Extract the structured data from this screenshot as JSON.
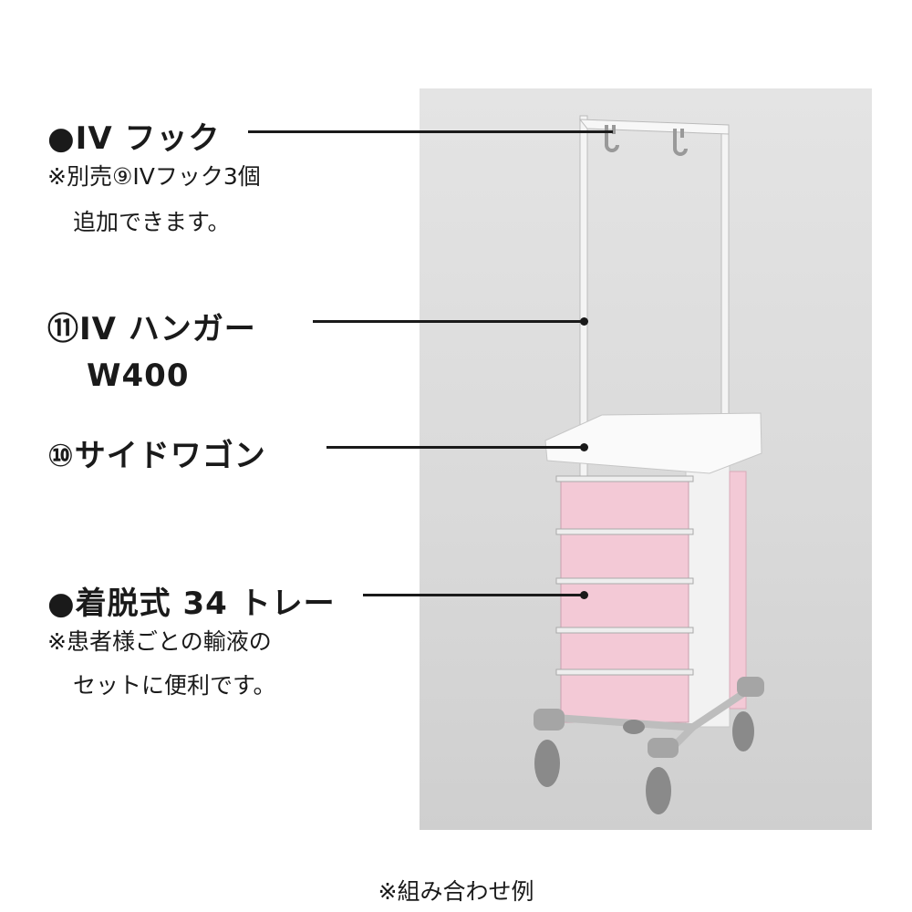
{
  "callouts": {
    "iv_hook": {
      "label": "●IV フック",
      "note_line1": "※別売⑨IVフック3個",
      "note_line2": "追加できます。"
    },
    "iv_hanger": {
      "label_line1": "⑪IV ハンガー",
      "label_line2": "W400"
    },
    "side_wagon": {
      "label": "⑩サイドワゴン"
    },
    "trays": {
      "label": "●着脱式 34 トレー",
      "note_line1": "※患者様ごとの輸液の",
      "note_line2": "セットに便利です。"
    }
  },
  "caption": "※組み合わせ例",
  "colors": {
    "tray": "#f3c9d6",
    "background": "#dcdcdc"
  }
}
